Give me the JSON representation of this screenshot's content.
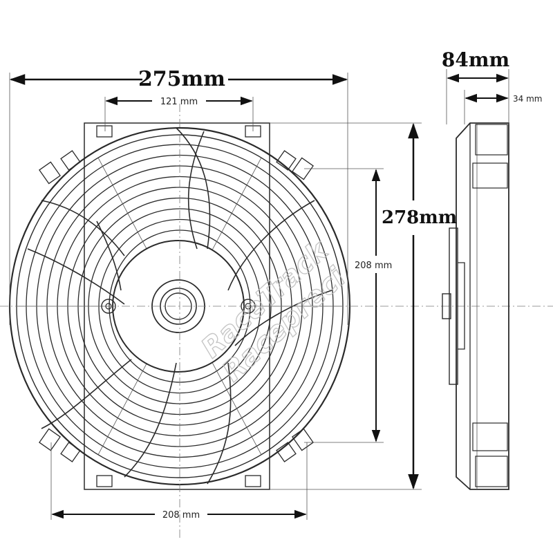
{
  "dimensions": {
    "overall_width": "275mm",
    "overall_height": "278mm",
    "depth": "84mm",
    "motor_depth": "34 mm",
    "top_mount_spacing": "121 mm",
    "bottom_mount_spacing": "208 mm",
    "side_mount_spacing": "208 mm"
  },
  "watermark": {
    "line1": "RaceTrack",
    "line2": "Racepreci",
    "color": "#c8c8c8"
  },
  "colors": {
    "line": "#2a2a2a",
    "dimension_text": "#111111",
    "background": "#ffffff"
  }
}
